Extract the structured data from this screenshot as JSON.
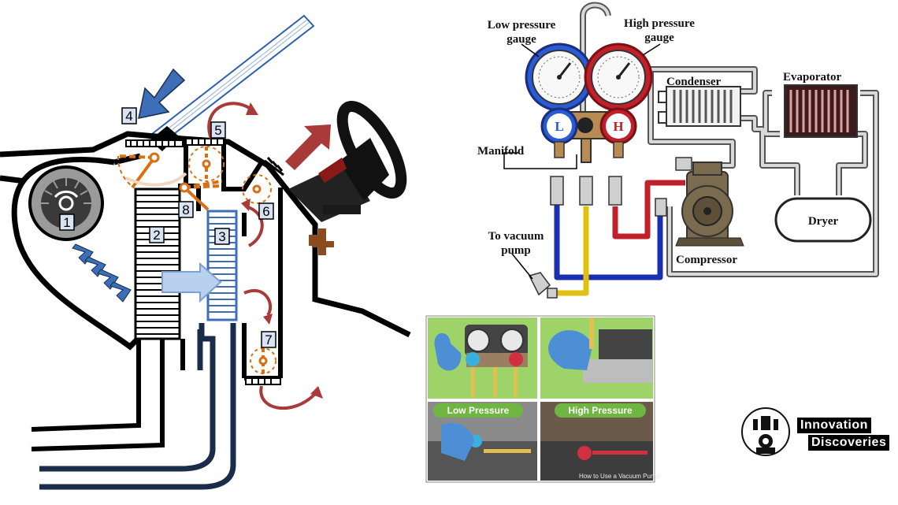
{
  "left_diagram": {
    "numbers": [
      "1",
      "2",
      "3",
      "4",
      "5",
      "6",
      "7",
      "8"
    ]
  },
  "ac_diagram": {
    "low_gauge_label": [
      "Low pressure",
      "gauge"
    ],
    "high_gauge_label": [
      "High pressure",
      "gauge"
    ],
    "low_port": "L",
    "high_port": "H",
    "manifold": "Manifold",
    "condenser": "Condenser",
    "evaporator": "Evaporator",
    "dryer": "Dryer",
    "compressor": "Compressor",
    "vacuum": [
      "To vacuum",
      "pump"
    ]
  },
  "photo_panel": {
    "low_pill": "Low Pressure",
    "high_pill": "High Pressure",
    "watermark": "How to Use a Vacuum Pump"
  },
  "logo": {
    "line1": "Innovation",
    "line2": "Discoveries"
  },
  "colors": {
    "low_blue": "#2a5bd7",
    "high_red": "#c0202a",
    "cold_blue": "#9ec4ee",
    "warm_red": "#a83a3a",
    "flap_orange": "#d96f12",
    "arrow_blue": "#3d6fb8",
    "dark_navy": "#1b2b4a"
  }
}
